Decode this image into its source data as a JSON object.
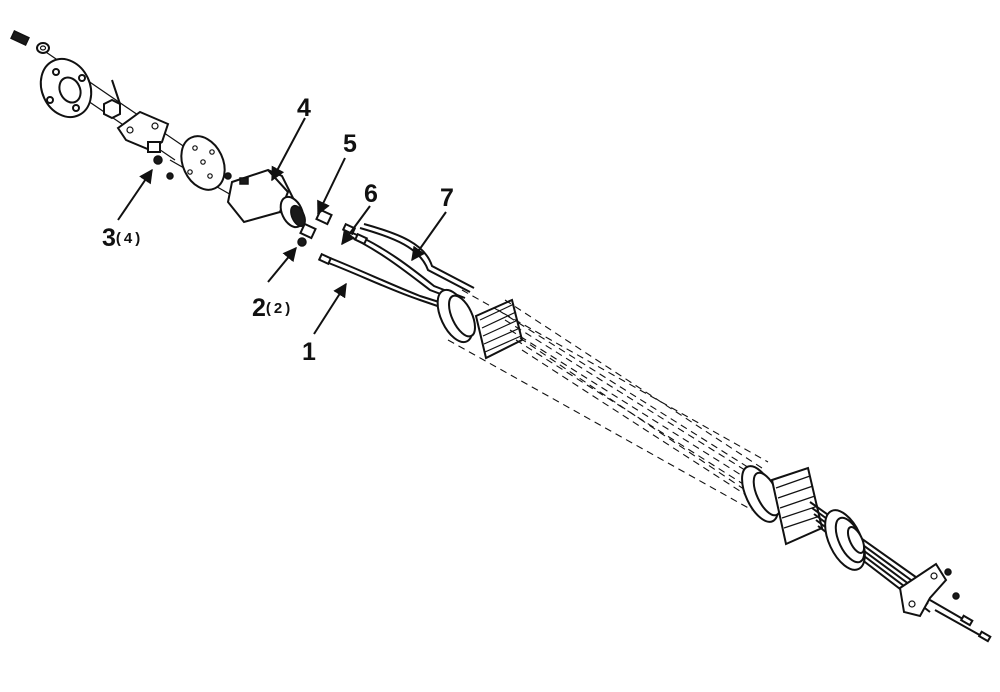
{
  "callouts": [
    {
      "number": "1",
      "qty": ""
    },
    {
      "number": "2",
      "qty": "(2)"
    },
    {
      "number": "3",
      "qty": "(4)"
    },
    {
      "number": "4",
      "qty": ""
    },
    {
      "number": "5",
      "qty": ""
    },
    {
      "number": "6",
      "qty": ""
    },
    {
      "number": "7",
      "qty": ""
    }
  ]
}
